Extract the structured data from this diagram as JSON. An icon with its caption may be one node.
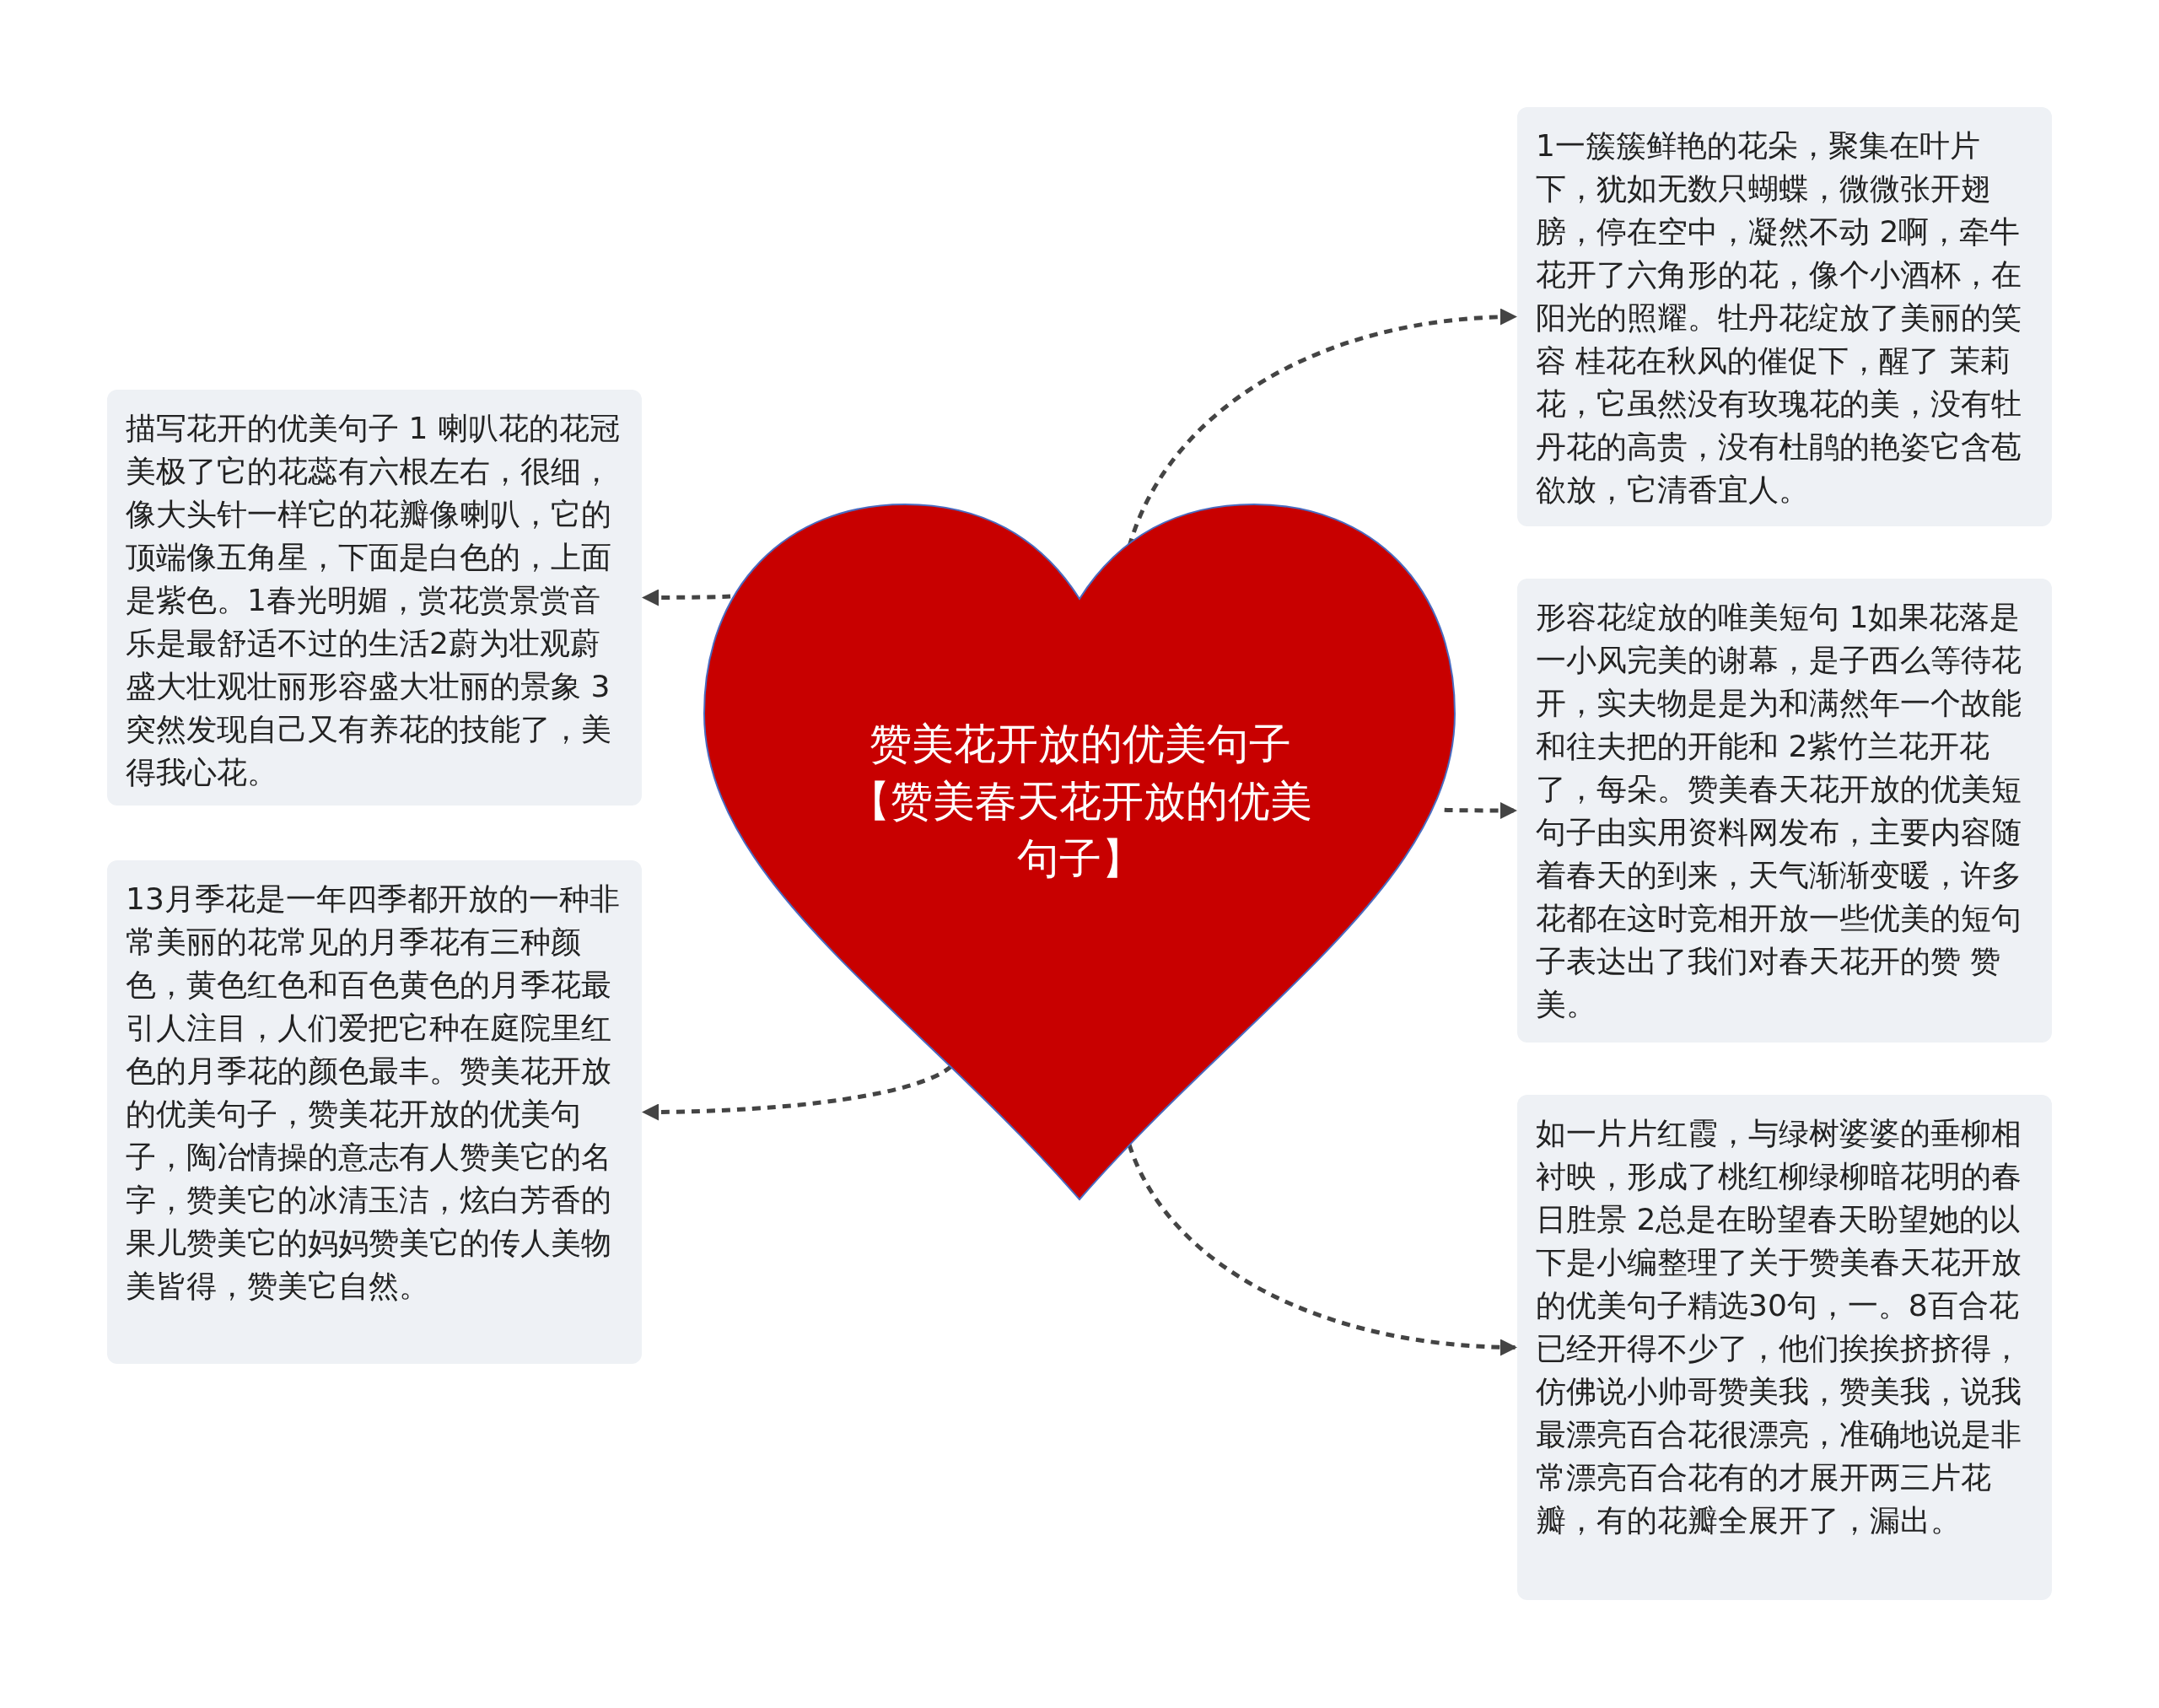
{
  "diagram": {
    "nodes": [
      {
        "text": [
          "赞美花开放的优美句子【赞美春天花开放的优美句子】"
        ]
      },
      {
        "text": [
          "描写花开的优美句子 1 喇叭花的花冠美极了它的花蕊有六根左右，很细，像大头针一样它的花瓣像喇叭，它的顶端像五角星，下面是白色的，上面是紫色。1春光明媚，赏花赏景赏音乐是最舒适不过的生活2蔚为壮观蔚盛大壮观壮丽形容盛大壮丽的景象 3突然发现自己又有养花的技能了，美得我心花。"
        ]
      },
      {
        "text": [
          "13月季花是一年四季都开放的一种非常美丽的花常见的月季花有三种颜色，黄色红色和百色黄色的月季花最引人注目，人们爱把它种在庭院里红色的月季花的颜色最丰。赞美花开放的优美句子，赞美花开放的优美句子，陶冶情操的意志有人赞美它的名字，赞美它的冰清玉洁，炫白芳香的果儿赞美它的妈妈赞美它的传人美物美皆得，赞美它自然。"
        ]
      },
      {
        "text": [
          "1一簇簇鲜艳的花朵，聚集在叶片下，犹如无数只蝴蝶，微微张开翅膀，停在空中，凝然不动 2啊，牵牛花开了六角形的花，像个小酒杯，在阳光的照耀。牡丹花绽放了美丽的笑容 桂花在秋风的催促下，醒了 茉莉花，它虽然没有玫瑰花的美，没有牡丹花的高贵，没有杜鹃的艳姿它含苞欲放，它清香宜人。"
        ]
      },
      {
        "text": [
          "形容花绽放的唯美短句 1如果花落是一小风完美的谢幕，是子西么等待花开，实夫物是是为和满然年一个故能和往夫把的开能和 2紫竹兰花开花了，每朵。赞美春天花开放的优美短句子由实用资料网发布，主要内容随着春天的到来，天气渐渐变暖，许多花都在这时竞相开放一些优美的短句子表达出了我们对春天花开的赞 赞美。"
        ]
      },
      {
        "text": [
          "如一片片红霞，与绿树婆婆的垂柳相衬映，形成了桃红柳绿柳暗花明的春日胜景 2总是在盼望春天盼望她的以下是小编整理了关于赞美春天花开放的优美句子精选30句，一。8百合花已经开得不少了，他们挨挨挤挤得，仿佛说小帅哥赞美我，赞美我，说我最漂亮百合花很漂亮，准确地说是非常漂亮百合花有的才展开两三片花瓣，有的花瓣全展开了，漏出。"
        ]
      }
    ],
    "edges": [
      {
        "from": 0,
        "to": 1,
        "arrow": "to",
        "style": "dashed"
      },
      {
        "from": 0,
        "to": 2,
        "arrow": "to",
        "style": "dashed"
      },
      {
        "from": 0,
        "to": 3,
        "arrow": "to",
        "style": "dashed"
      },
      {
        "from": 0,
        "to": 4,
        "arrow": "to",
        "style": "dashed"
      },
      {
        "from": 0,
        "to": 5,
        "arrow": "to",
        "style": "dashed"
      }
    ]
  }
}
